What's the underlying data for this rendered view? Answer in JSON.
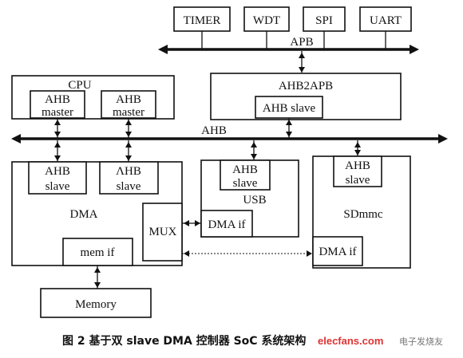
{
  "blocks": {
    "timer": "TIMER",
    "wdt": "WDT",
    "spi": "SPI",
    "uart": "UART",
    "cpu": "CPU",
    "ahb_master": [
      "AHB",
      "master"
    ],
    "ahb2apb": "AHB2APB",
    "ahb_slave_one_line": "AHB slave",
    "ahb_slave": [
      "AHB",
      "slave"
    ],
    "dma_slave2_top": "ΛHB",
    "dma": "DMA",
    "mux": "MUX",
    "mem_if": "mem if",
    "usb": "USB",
    "dma_if": "DMA if",
    "sdmmc": "SDmmc",
    "memory": "Memory"
  },
  "buses": {
    "apb": "APB",
    "ahb": "AHB"
  },
  "caption": "图 2   基于双 slave DMA 控制器 SoC 系统架构",
  "watermark": {
    "site": "elecfans.com",
    "brand": "电子发烧友"
  }
}
